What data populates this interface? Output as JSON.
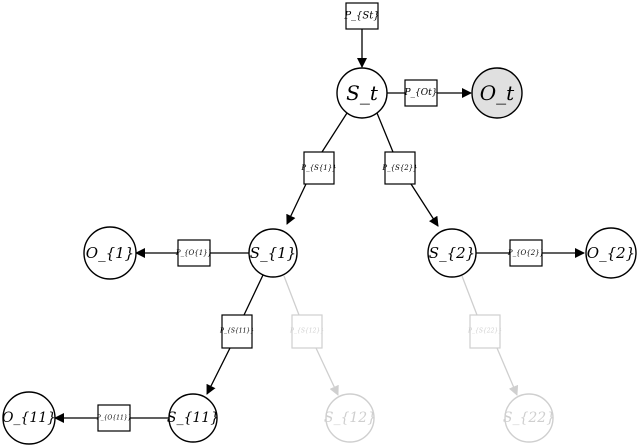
{
  "nodes": {
    "St": {
      "label": "S_t",
      "style": "normal"
    },
    "Ot": {
      "label": "O_t",
      "style": "observed"
    },
    "S1": {
      "label": "S_{1}",
      "style": "normal"
    },
    "S2": {
      "label": "S_{2}",
      "style": "normal"
    },
    "O1": {
      "label": "O_{1}",
      "style": "normal"
    },
    "O2": {
      "label": "O_{2}",
      "style": "normal"
    },
    "S11": {
      "label": "S_{11}",
      "style": "normal"
    },
    "O11": {
      "label": "O_{11}",
      "style": "normal"
    },
    "S12": {
      "label": "S_{12}",
      "style": "faded"
    },
    "S22": {
      "label": "S_{22}",
      "style": "faded"
    }
  },
  "factors": {
    "PSt": {
      "label": "P_{St}",
      "style": "normal"
    },
    "POt": {
      "label": "P_{Ot}",
      "style": "normal"
    },
    "PS1": {
      "label": "P_{S{1}}",
      "style": "normal"
    },
    "PS2": {
      "label": "P_{S{2}}",
      "style": "normal"
    },
    "PO1": {
      "label": "P_{O{1}}",
      "style": "normal"
    },
    "PO2": {
      "label": "P_{O{2}}",
      "style": "normal"
    },
    "PS11": {
      "label": "P_{S{11}}",
      "style": "normal"
    },
    "PO11": {
      "label": "P_{O{11}}",
      "style": "normal"
    },
    "PS12": {
      "label": "P_{S{12}}",
      "style": "faded"
    },
    "PS22": {
      "label": "P_{S{22}}",
      "style": "faded"
    }
  },
  "colors": {
    "line": "#000000",
    "faded": "#cfcfcf",
    "observed_fill": "#e0e0e0"
  }
}
